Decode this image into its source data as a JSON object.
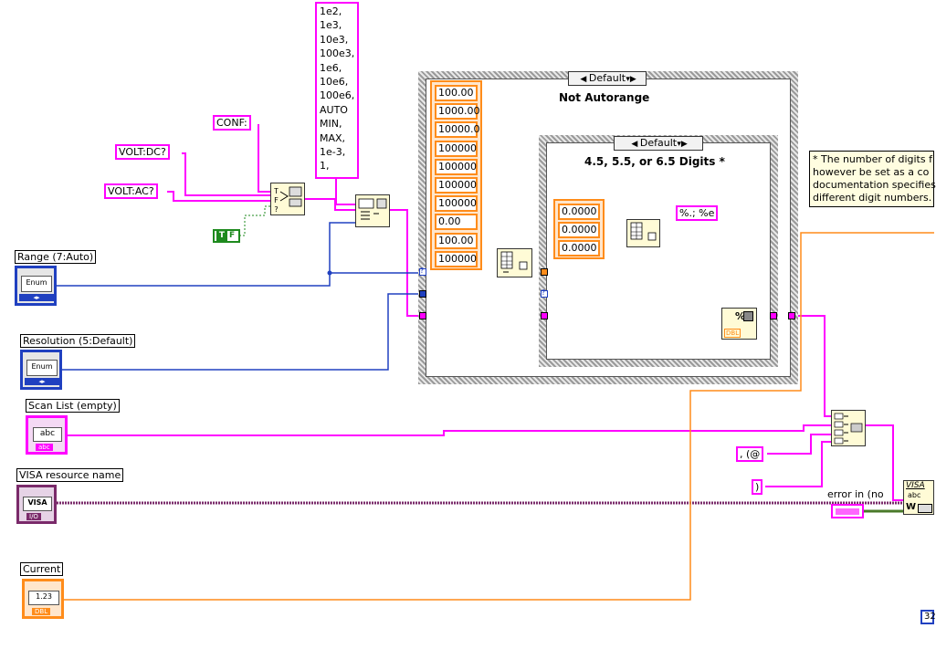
{
  "colors": {
    "string_wire": "#ff00ff",
    "enum_wire": "#2040c0",
    "dbl_wire": "#ff8c1a",
    "bool_const": "#1e8a1e",
    "case_border": "#9a9a9a"
  },
  "string_constants": {
    "conf": "CONF:",
    "volt_dc": "VOLT:DC?",
    "volt_ac": "VOLT:AC?",
    "format": "%.; %e",
    "comma_at": ", (@",
    "close_paren": ")"
  },
  "range_strings": [
    "1e2,",
    "1e3,",
    "10e3,",
    "100e3,",
    "1e6,",
    "10e6,",
    "100e6,",
    "AUTO",
    "MIN,",
    "MAX,",
    "1e-3,",
    "1,"
  ],
  "outer_case": {
    "selector": "Default",
    "title": "Not Autorange",
    "array_values": [
      "100.00",
      "1000.00",
      "10000.0",
      "100000",
      "100000",
      "100000",
      "100000",
      "0.00",
      "100.00",
      "100000"
    ]
  },
  "inner_case": {
    "selector": "Default",
    "title": "4.5, 5.5, or 6.5 Digits *",
    "array_values": [
      "0.0000",
      "0.0000",
      "0.0000"
    ]
  },
  "note": {
    "lines": [
      "* The number of digits f",
      "however be set as a co",
      "documentation specifies",
      "different digit numbers."
    ]
  },
  "controls": {
    "range": {
      "label": "Range (7:Auto)",
      "icon_text": "Enum"
    },
    "resolution": {
      "label": "Resolution (5:Default)",
      "icon_text": "Enum"
    },
    "scan_list": {
      "label": "Scan List (empty)",
      "icon_text": "abc",
      "type_text": "abc"
    },
    "visa": {
      "label": "VISA resource name",
      "icon_text": "VISA",
      "type_text": "I/O"
    },
    "current": {
      "label": "Current",
      "icon_text": "1.23",
      "type_text": "DBL"
    },
    "error_in": {
      "label": "error in (no"
    }
  },
  "bool_const": {
    "t": "T",
    "f": "F"
  },
  "visa_write_text": "VISA",
  "visa_write_sub": "abc",
  "visa_write_w": "W",
  "num_const_right": "32",
  "tunnel_marks": {
    "q": "?"
  },
  "format_func_text": "%",
  "format_func_type": "DBL"
}
